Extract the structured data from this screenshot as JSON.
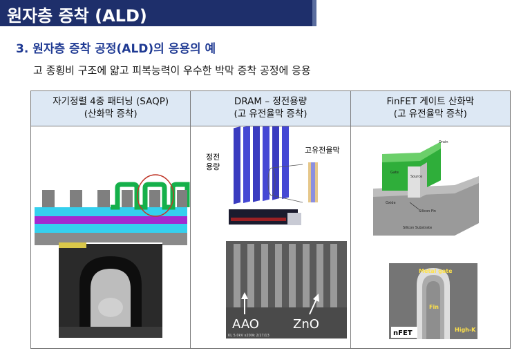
{
  "title": "원자층 증착 (ALD)",
  "subheading": "3. 원자층 증착 공정(ALD)의 응용의 예",
  "description": "고 종횡비 구조에 얇고 피복능력이 우수한 박막 증착 공정에 응용",
  "columns": [
    {
      "line1": "자기정렬 4중 패터닝 (SAQP)",
      "line2": "(산화막 증착)"
    },
    {
      "line1": "DRAM – 정전용량",
      "line2": "(고 유전율막 증착)"
    },
    {
      "line1": "FinFET 게이트 산화막",
      "line2": "(고 유전율막 증착)"
    }
  ],
  "dram": {
    "cap_label_1": "정전",
    "cap_label_2": "용량",
    "dielectric_label": "고유전율막",
    "sem_label_aao": "AAO",
    "sem_label_zno": "ZnO",
    "sem_caption": "KL 5.0kV x200k 2/27/13"
  },
  "finfet": {
    "drain": "Drain",
    "gate": "Gate",
    "source": "Source",
    "oxide": "Oxide",
    "silicon_fin": "Silicon Fin",
    "substrate": "Silicon Substrate",
    "metal_gate": "Metal gate",
    "fin": "Fin",
    "high_k": "High-K",
    "nfet": "nFET"
  }
}
